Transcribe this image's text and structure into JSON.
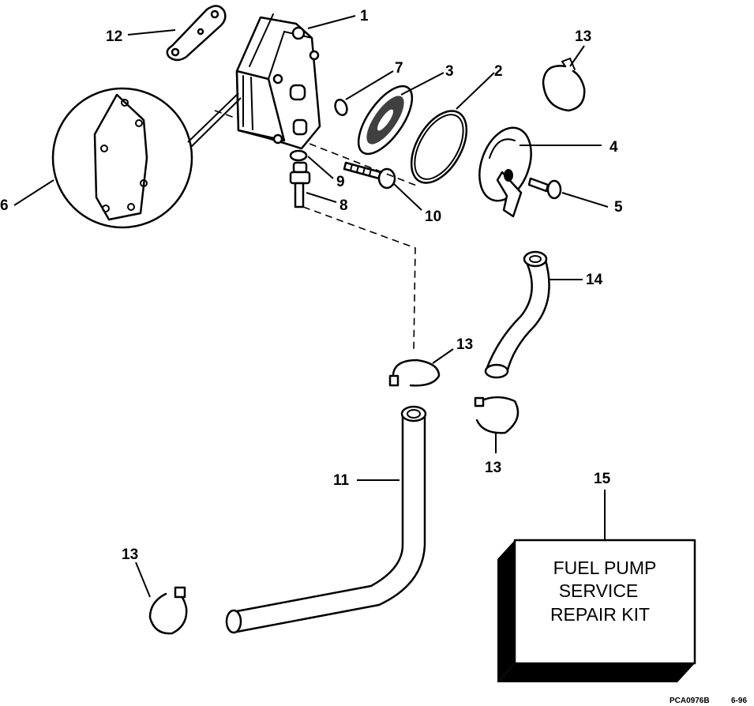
{
  "callouts": {
    "c1": "1",
    "c2": "2",
    "c3": "3",
    "c4": "4",
    "c5": "5",
    "c6": "6",
    "c7": "7",
    "c8": "8",
    "c9": "9",
    "c10": "10",
    "c11": "11",
    "c12": "12",
    "c13a": "13",
    "c13b": "13",
    "c13c": "13",
    "c13d": "13",
    "c14": "14",
    "c15": "15"
  },
  "kit_label": {
    "line1": "FUEL PUMP",
    "line2": "SERVICE",
    "line3": "REPAIR KIT"
  },
  "figure_code": "PCA0976B",
  "figure_date": "6-96"
}
